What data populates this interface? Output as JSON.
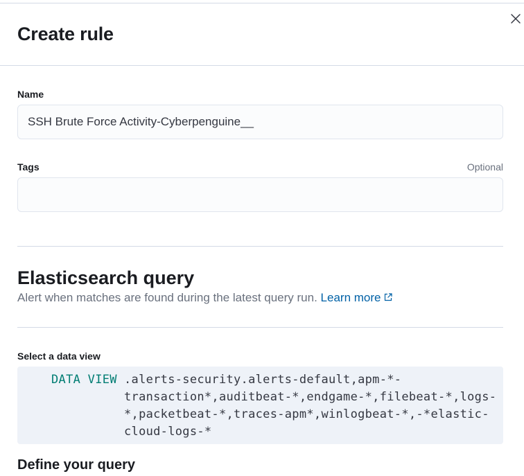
{
  "flyout": {
    "title": "Create rule",
    "close_icon": "close-icon"
  },
  "form": {
    "name": {
      "label": "Name",
      "value": "SSH Brute Force Activity-Cyberpenguine__"
    },
    "tags": {
      "label": "Tags",
      "optional_label": "Optional",
      "value": ""
    }
  },
  "query_section": {
    "title": "Elasticsearch query",
    "description": "Alert when matches are found during the latest query run.",
    "learn_more_label": "Learn more",
    "learn_more_icon": "external-link-icon",
    "data_view": {
      "label": "Select a data view",
      "keyword": "DATA VIEW",
      "lines": [
        ".alerts-security.alerts-default,apm-*-",
        "transaction*,auditbeat-*,endgame-*,filebeat-*,logs-",
        "*,packetbeat-*,traces-apm*,winlogbeat-*,-*elastic-",
        "cloud-logs-*"
      ]
    },
    "define_query_title": "Define your query"
  },
  "colors": {
    "link": "#0061a6",
    "keyword": "#017d73",
    "code_background": "#eef2f8",
    "border": "#d3dae6"
  }
}
